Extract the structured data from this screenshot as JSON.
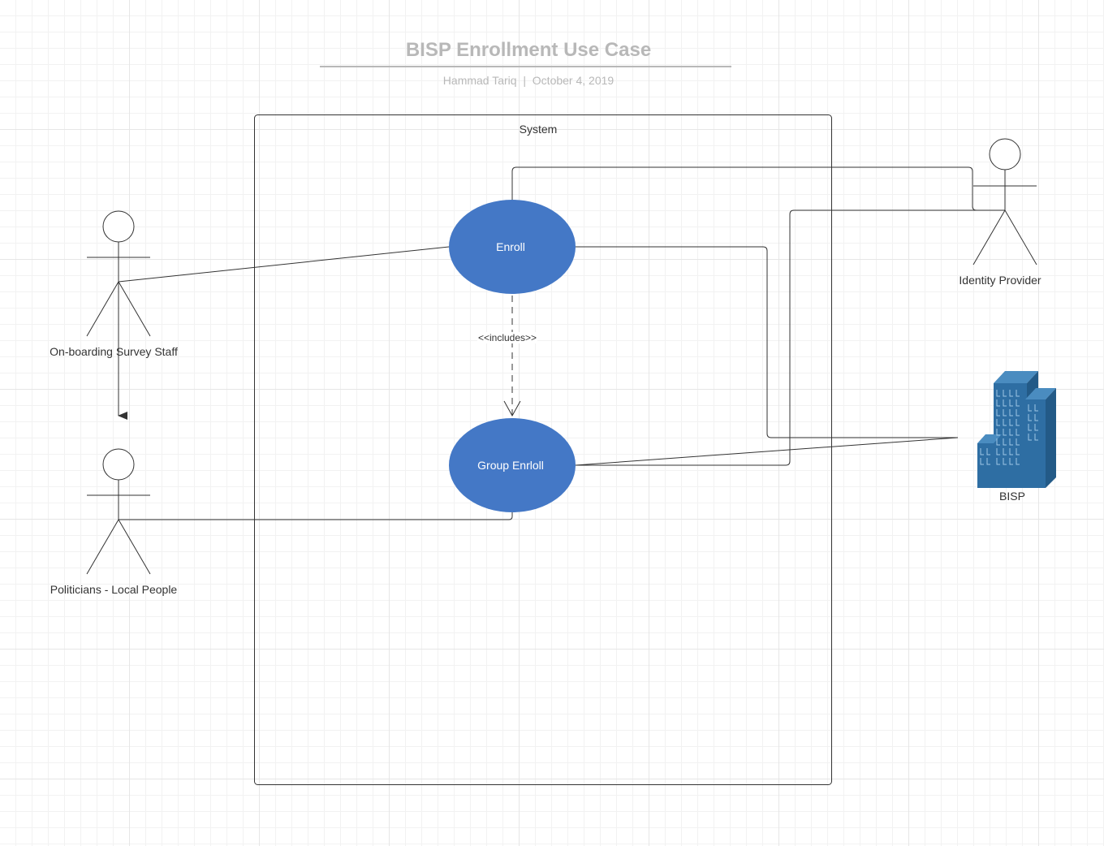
{
  "header": {
    "title": "BISP Enrollment Use Case",
    "author": "Hammad Tariq",
    "separator": "|",
    "date": "October 4, 2019"
  },
  "system": {
    "label": "System"
  },
  "actors": {
    "onboarding_staff": "On-boarding Survey Staff",
    "politicians": "Politicians - Local People",
    "identity_provider": "Identity Provider",
    "bisp": "BISP"
  },
  "use_cases": {
    "enroll": "Enroll",
    "group_enroll": "Group Enrloll"
  },
  "relations": {
    "includes": "<<includes>>"
  },
  "colors": {
    "use_case_fill": "#4478c6",
    "building_main": "#2e6ea3",
    "building_light": "#4a8cc0",
    "building_dark": "#235a87",
    "line": "#333333",
    "title": "#b8b8b8"
  }
}
